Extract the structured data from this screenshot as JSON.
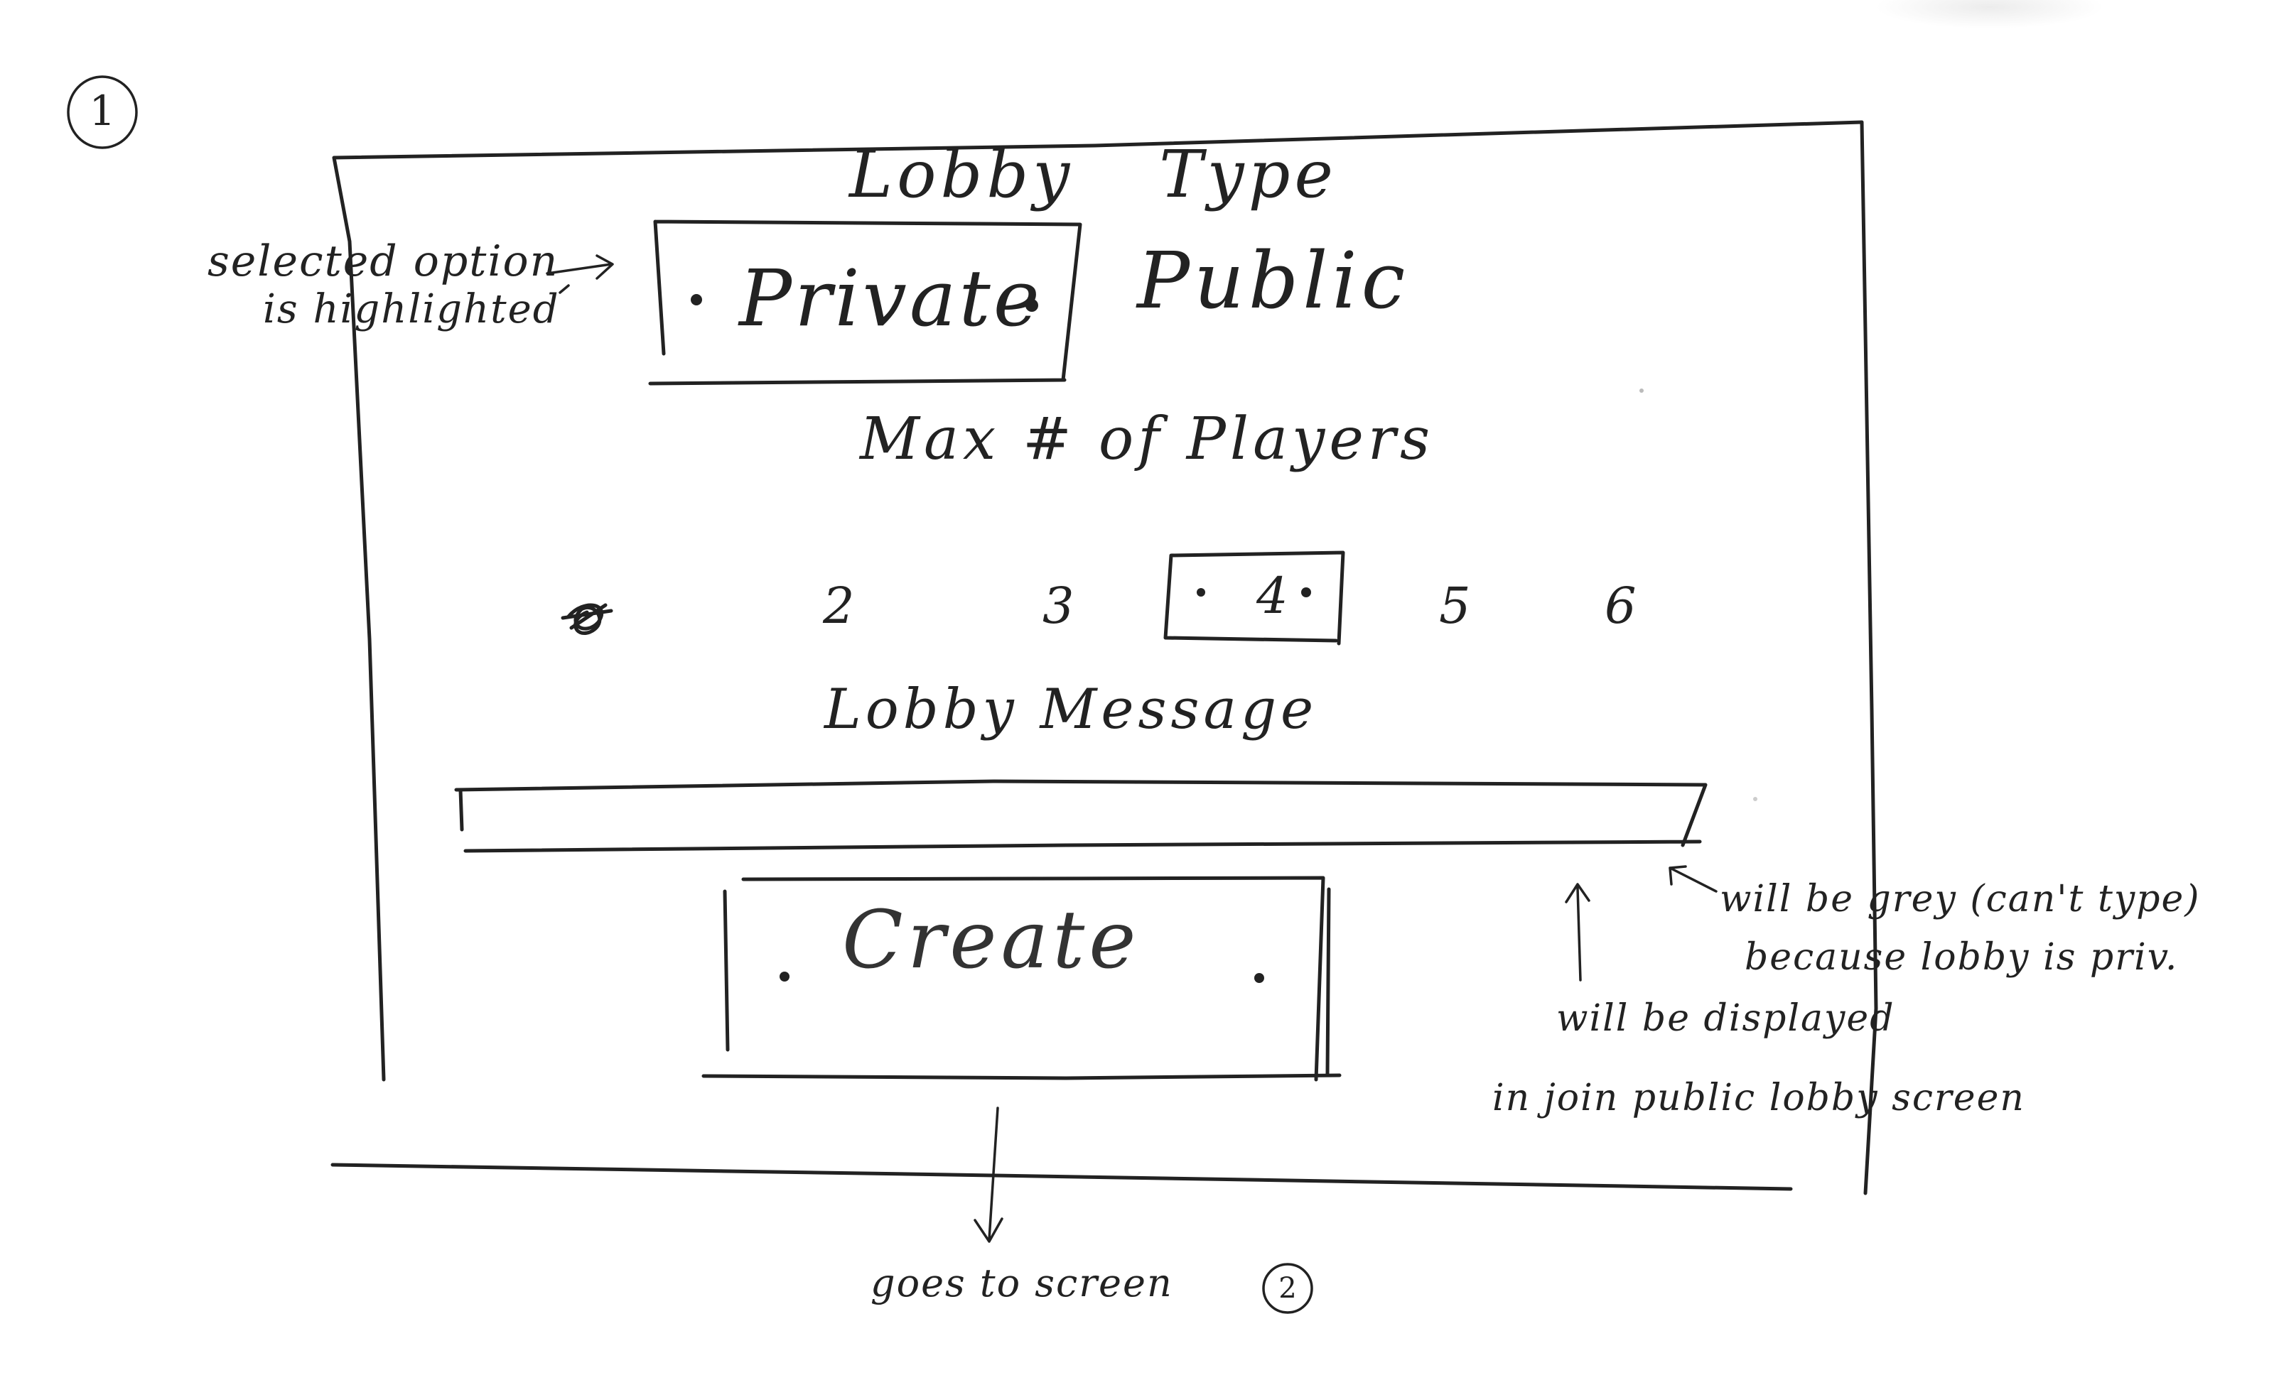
{
  "screen_number": "1",
  "lobby_type": {
    "heading_word1": "Lobby",
    "heading_word2": "Type",
    "options": [
      "Private",
      "Public"
    ],
    "selected": "Private"
  },
  "max_players": {
    "heading": "Max # of Players",
    "options": [
      "2",
      "3",
      "4",
      "5",
      "6"
    ],
    "selected": "4"
  },
  "lobby_message": {
    "heading": "Lobby Message",
    "value": ""
  },
  "create_button": {
    "label": "Create"
  },
  "annotations": {
    "selected_note_line1": "selected option",
    "selected_note_line2": "is highlighted",
    "grey_note_line1": "will be grey (can't type)",
    "grey_note_line2": "because lobby is priv.",
    "displayed_note_line1": "will be displayed",
    "displayed_note_line2": "in join public lobby screen",
    "goes_to_note": "goes to screen",
    "goes_to_screen": "2"
  }
}
